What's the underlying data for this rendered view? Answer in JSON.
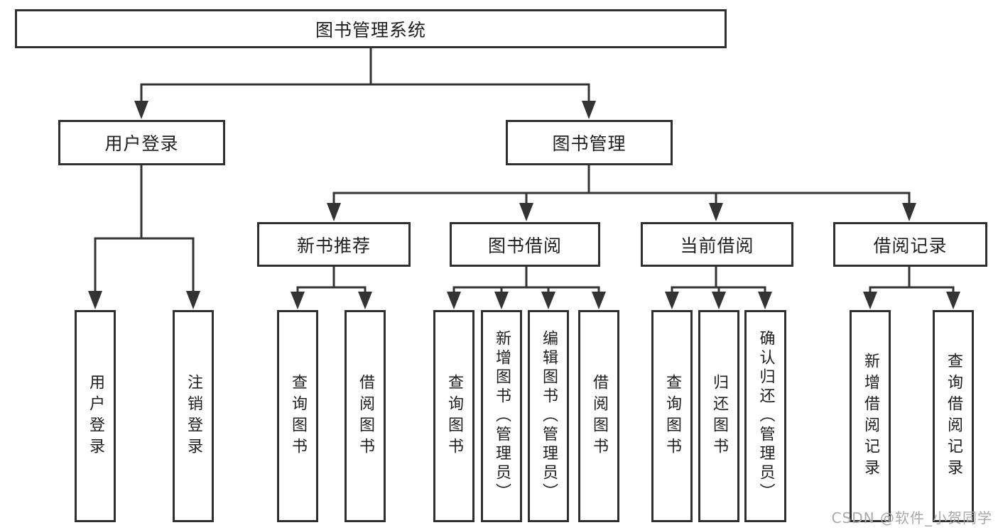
{
  "diagram": {
    "root": {
      "label": "图书管理系统"
    },
    "level2": [
      {
        "label": "用户登录"
      },
      {
        "label": "图书管理"
      }
    ],
    "level3": [
      {
        "label": "新书推荐"
      },
      {
        "label": "图书借阅"
      },
      {
        "label": "当前借阅"
      },
      {
        "label": "借阅记录"
      }
    ],
    "leaves": [
      {
        "label": "用户登录"
      },
      {
        "label": "注销登录"
      },
      {
        "label": "查询图书"
      },
      {
        "label": "借阅图书"
      },
      {
        "label": "查询图书"
      },
      {
        "label": "新增图书（管理员）"
      },
      {
        "label": "编辑图书（管理员）"
      },
      {
        "label": "借阅图书"
      },
      {
        "label": "查询图书"
      },
      {
        "label": "归还图书"
      },
      {
        "label": "确认归还（管理员）"
      },
      {
        "label": "新增借阅记录"
      },
      {
        "label": "查询借阅记录"
      }
    ]
  },
  "watermark": {
    "text": "CSDN @软件_小贺同学"
  },
  "colors": {
    "line": "#333333",
    "border": "#2f2f2f",
    "text": "#1f1f1f",
    "watermark": "#a9a9a9",
    "background": "#ffffff"
  }
}
